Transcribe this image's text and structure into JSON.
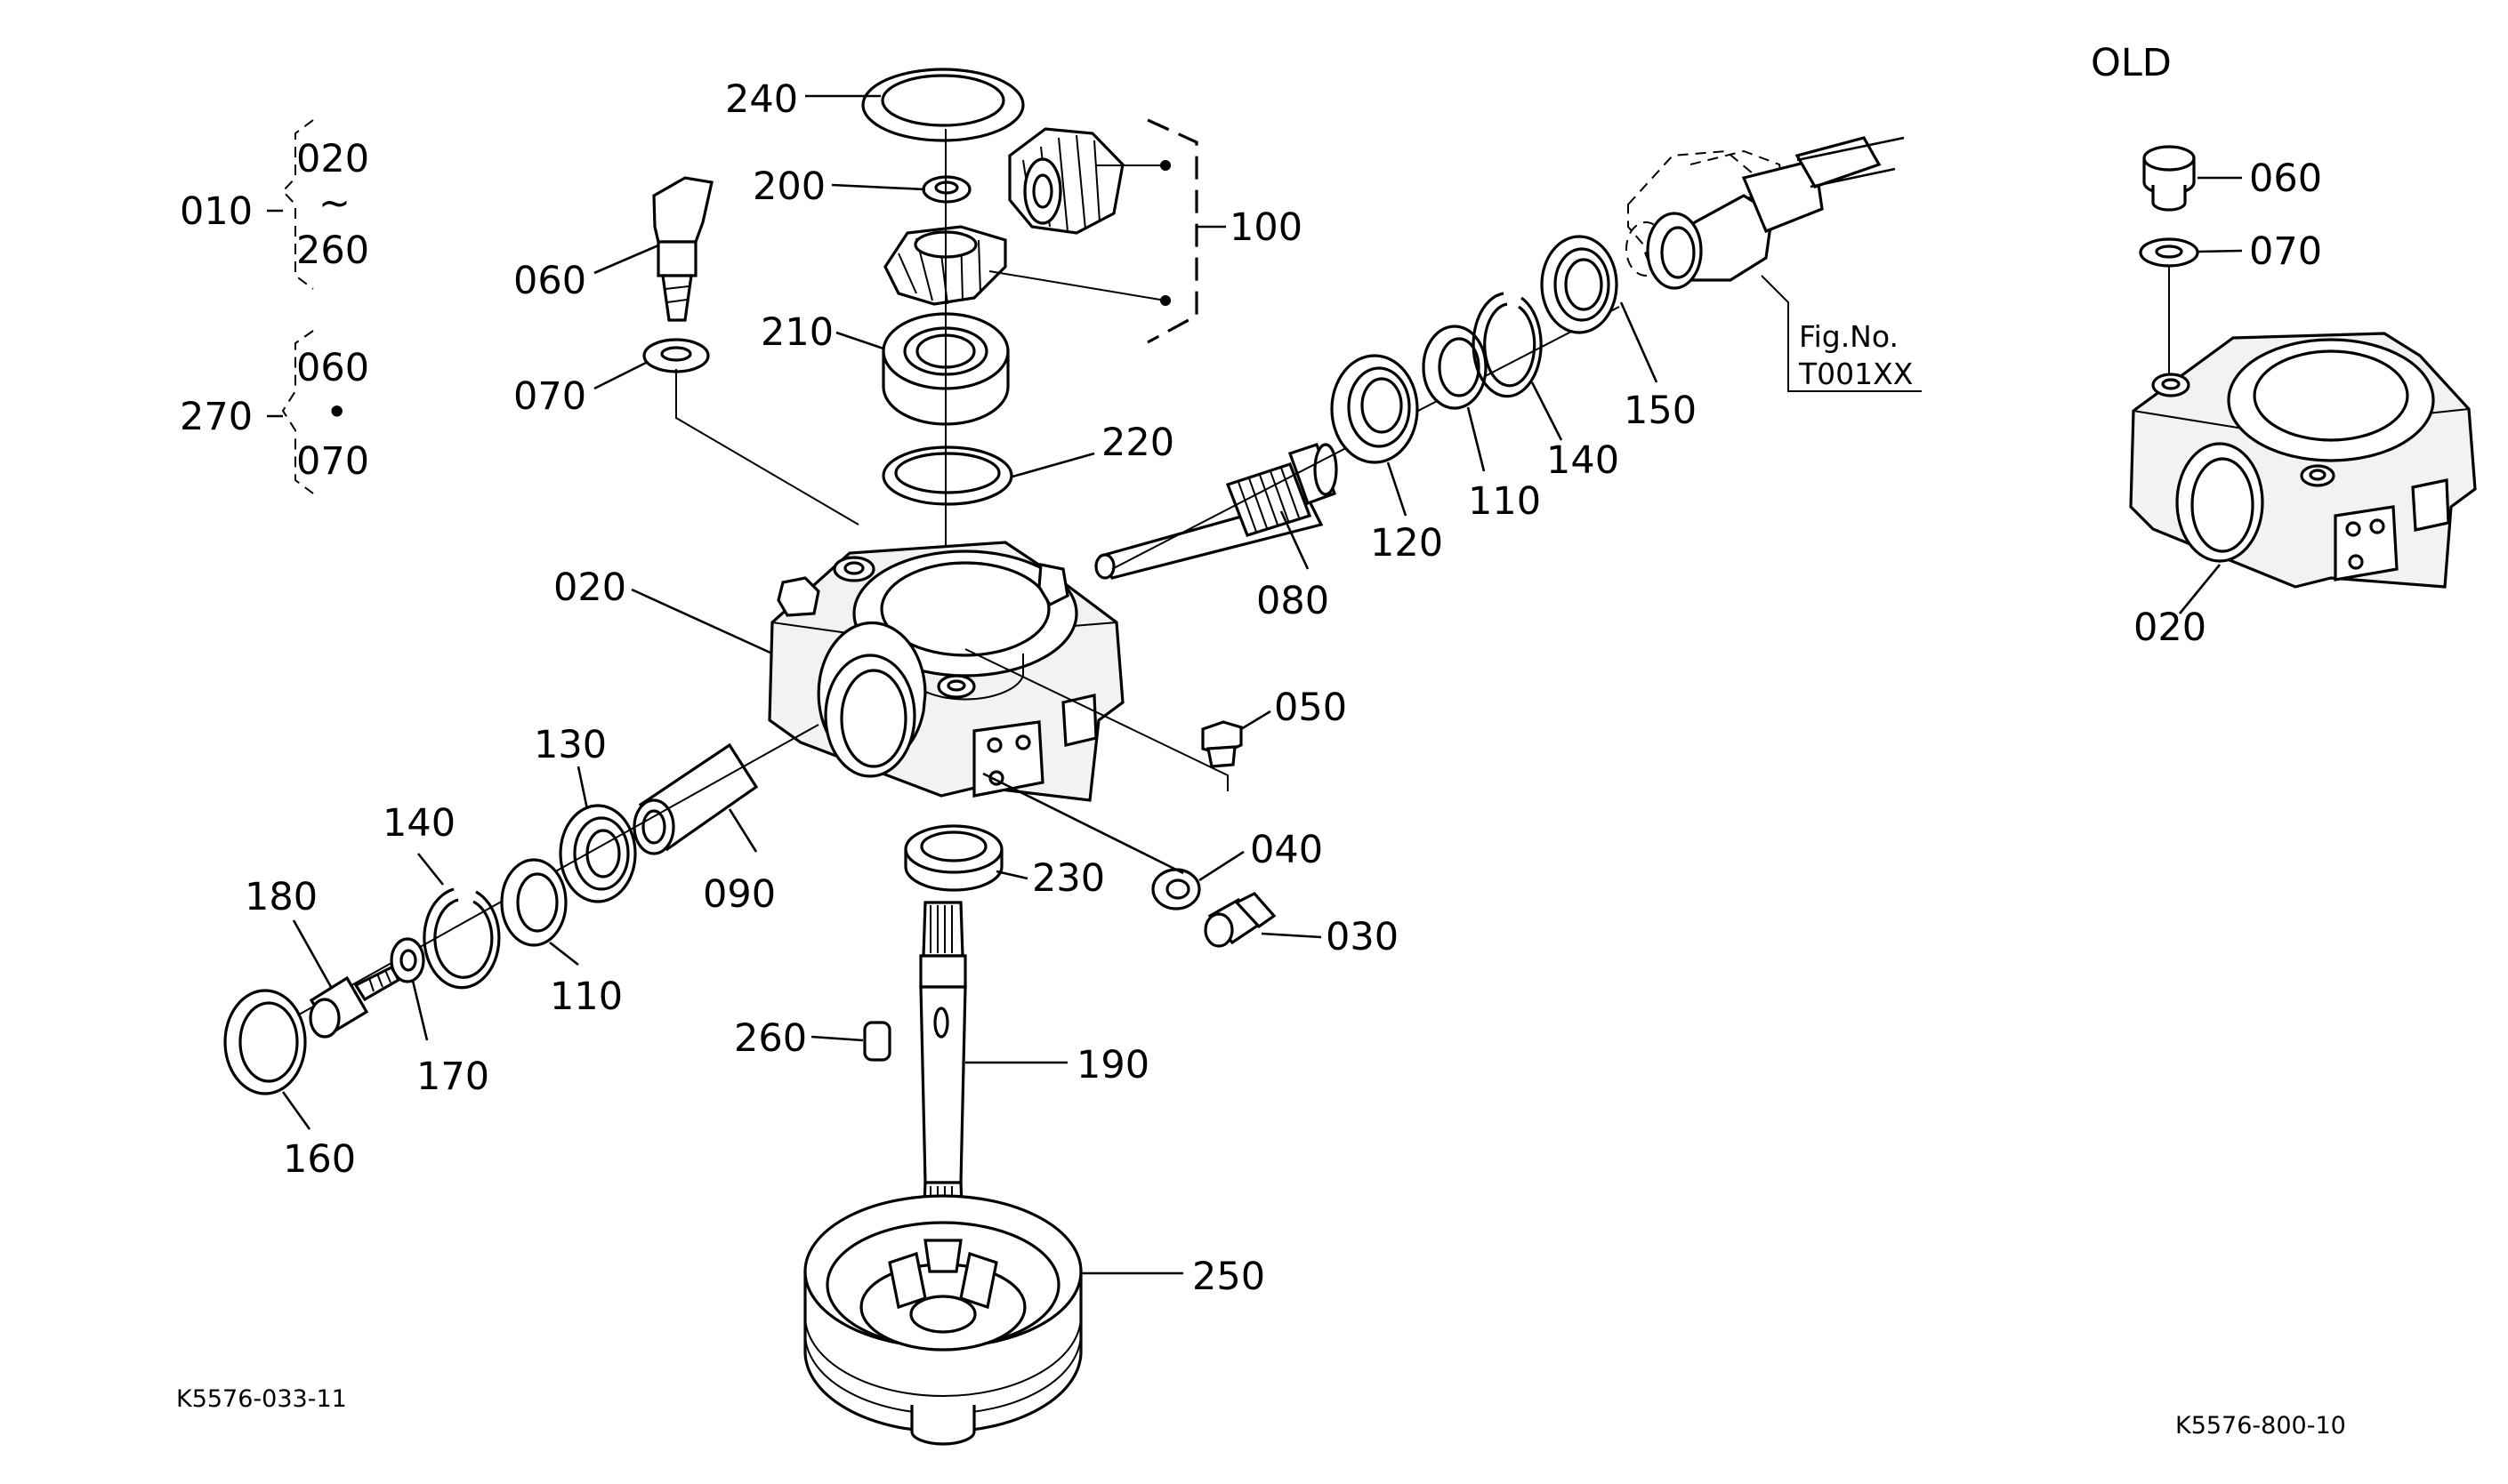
{
  "diagram": {
    "code_left": "K5576-033-11",
    "code_right": "K5576-800-10",
    "old_label": "OLD",
    "figure_ref_title": "Fig.No.",
    "figure_ref_value": "T001XX"
  },
  "groups": {
    "g010": {
      "id": "010",
      "from": "020",
      "sep": "~",
      "to": "260"
    },
    "g270": {
      "id": "270",
      "from": "060",
      "sep": "•",
      "to": "070"
    }
  },
  "parts": {
    "p240": "240",
    "p200": "200",
    "p210": "210",
    "p220": "220",
    "p100": "100",
    "p060": "060",
    "p070": "070",
    "p020": "020",
    "p150": "150",
    "p140a": "140",
    "p110a": "110",
    "p120": "120",
    "p080": "080",
    "p050": "050",
    "p040": "040",
    "p030": "030",
    "p230": "230",
    "p130": "130",
    "p090": "090",
    "p140b": "140",
    "p110b": "110",
    "p180": "180",
    "p170": "170",
    "p160": "160",
    "p260": "260",
    "p190": "190",
    "p250": "250"
  },
  "old_parts": {
    "p060": "060",
    "p070": "070",
    "p020": "020"
  }
}
